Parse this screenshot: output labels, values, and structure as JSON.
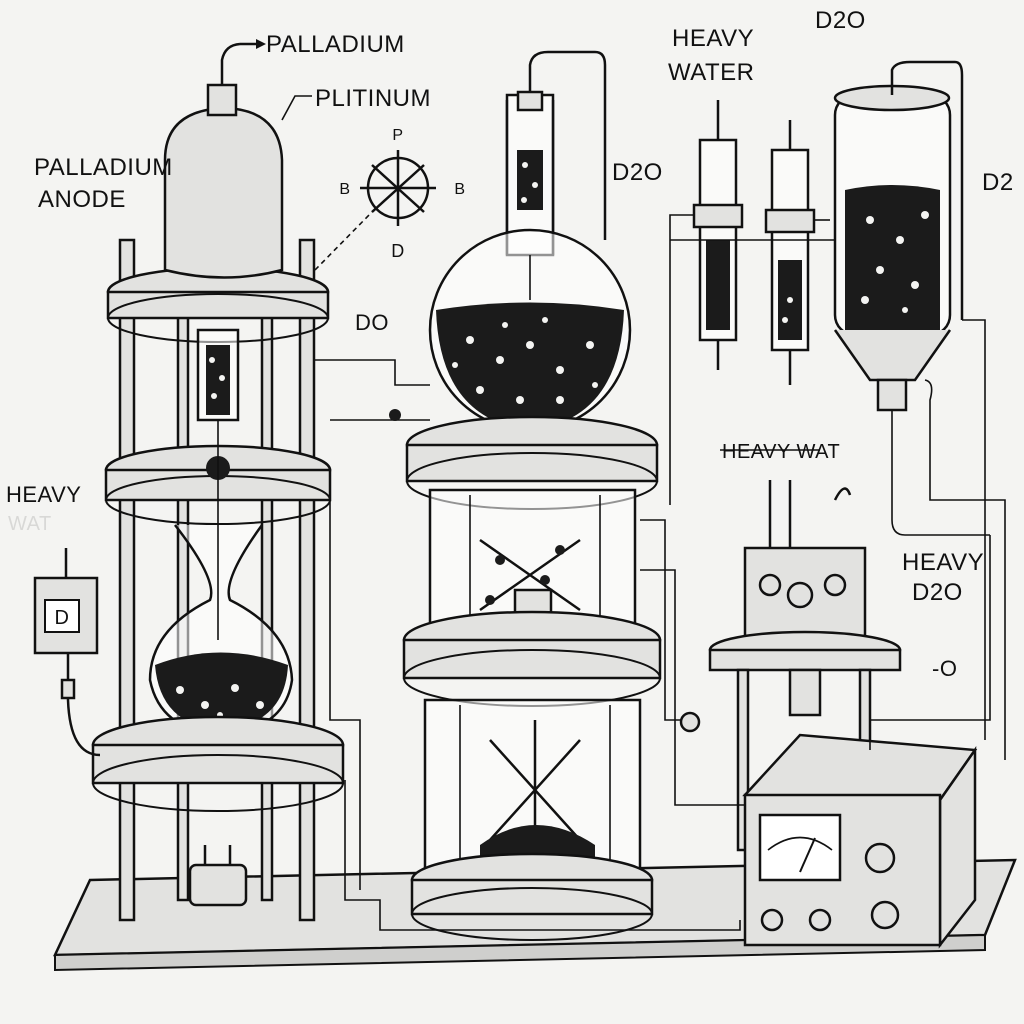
{
  "labels": {
    "palladium_top": "PALLADIUM",
    "platinum": "PLITINUM",
    "palladium_anode_line1": "PALLADIUM",
    "palladium_anode_line2": "ANODE",
    "compass_p": "P",
    "compass_b_left": "B",
    "compass_b_right": "B",
    "compass_d": "D",
    "d2o_center": "D2O",
    "do_mid": "DO",
    "heavy_water_top_line1": "HEAVY",
    "heavy_water_top_line2": "WATER",
    "d2o_top": "D2O",
    "d2_right": "D2",
    "heavy_left": "HEAVY",
    "wat_left_faded": "WAT",
    "heavy_wat_mid": "HEAVY WAT",
    "heavy_d2o_line1": "HEAVY",
    "heavy_d2o_line2": "D2O",
    "minus_symbol": "-O",
    "small_box_label": "D"
  },
  "colors": {
    "ink": "#111111",
    "paper": "#f4f4f2",
    "metal": "#e2e2e0",
    "liquid": "#1b1b1b"
  },
  "icons": {
    "compass": "compass-rose-icon",
    "meter": "analog-meter-icon"
  }
}
